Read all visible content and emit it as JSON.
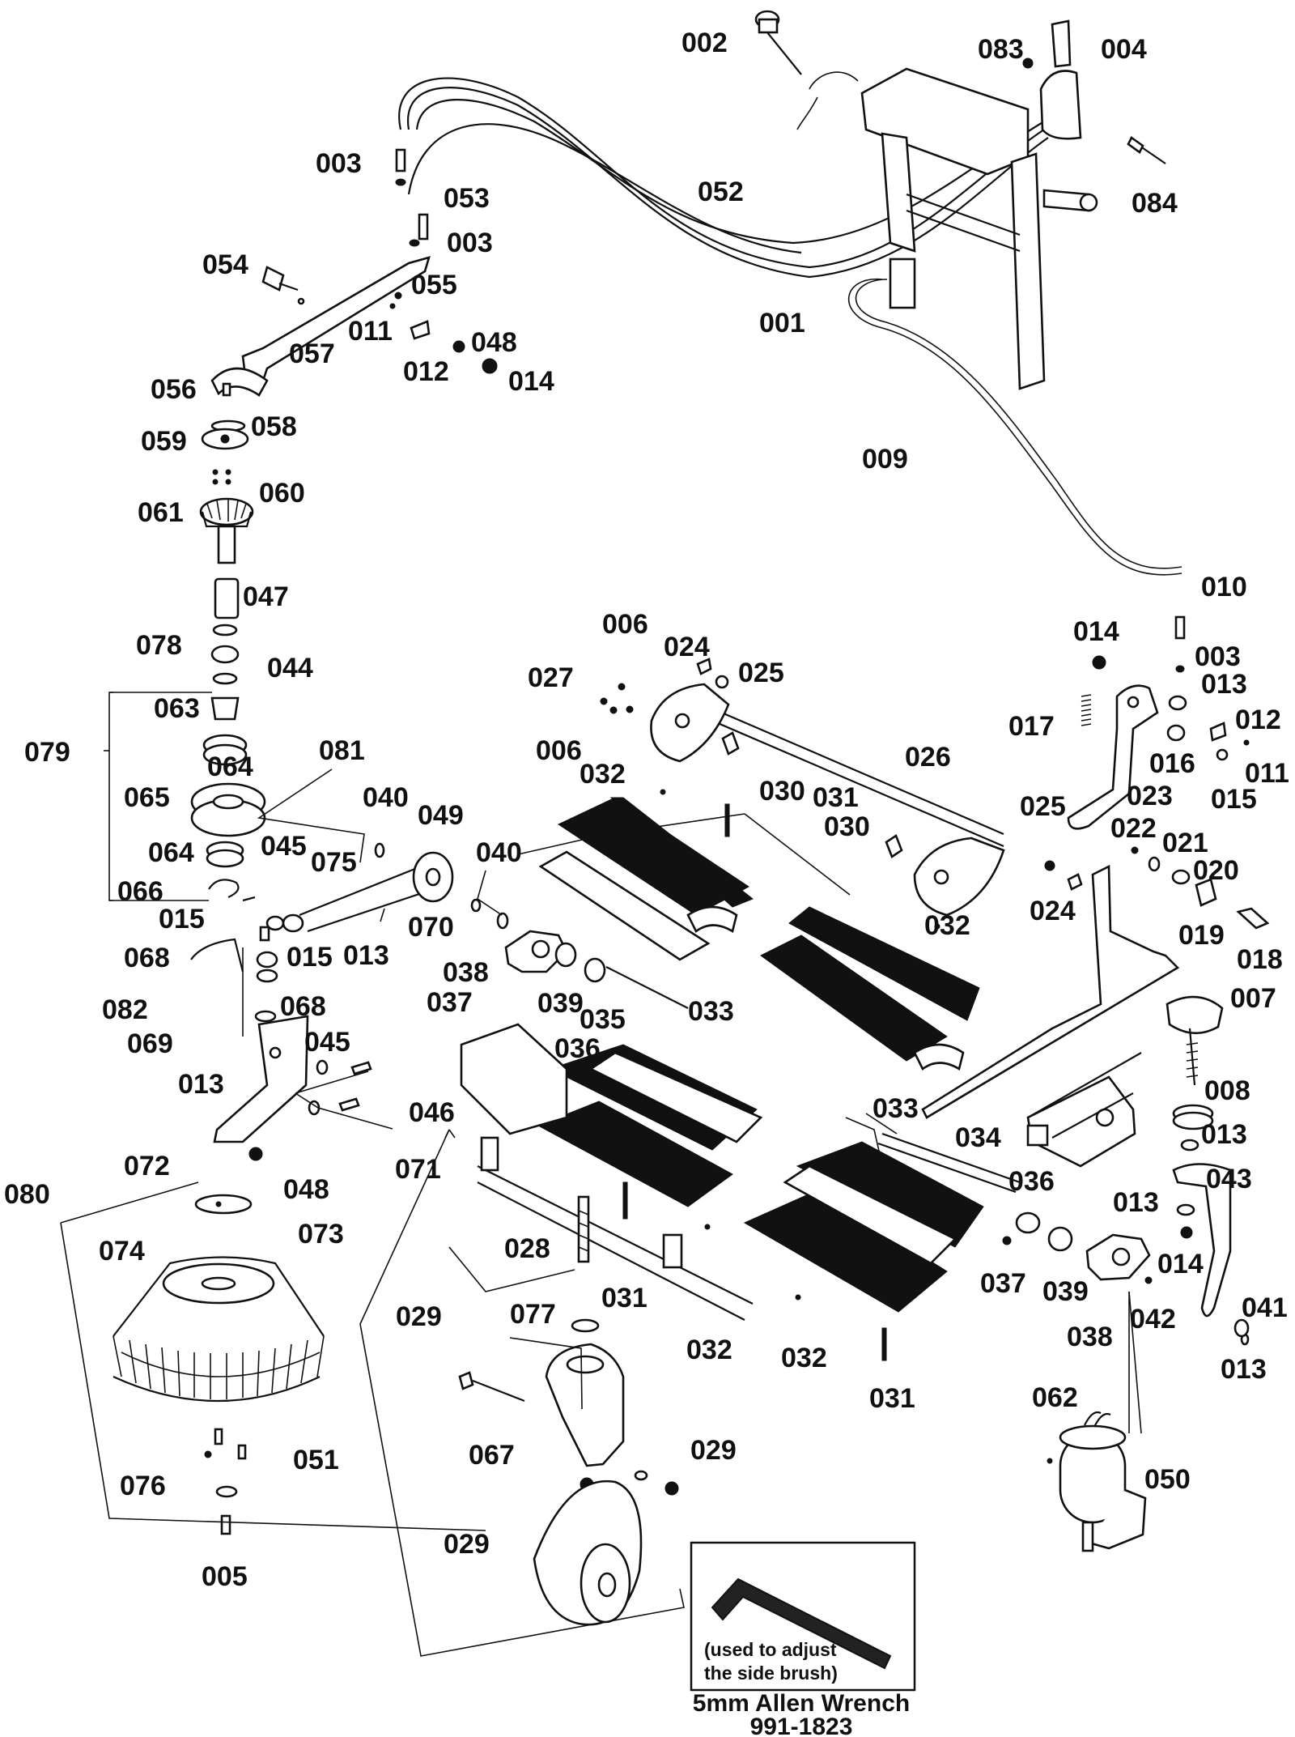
{
  "callouts": [
    {
      "id": "c002",
      "text": "002"
    },
    {
      "id": "c083",
      "text": "083"
    },
    {
      "id": "c004",
      "text": "004"
    },
    {
      "id": "c003a",
      "text": "003"
    },
    {
      "id": "c053",
      "text": "053"
    },
    {
      "id": "c003b",
      "text": "003"
    },
    {
      "id": "c052",
      "text": "052"
    },
    {
      "id": "c084",
      "text": "084"
    },
    {
      "id": "c054",
      "text": "054"
    },
    {
      "id": "c055",
      "text": "055"
    },
    {
      "id": "c001",
      "text": "001"
    },
    {
      "id": "c011a",
      "text": "011"
    },
    {
      "id": "c048a",
      "text": "048"
    },
    {
      "id": "c057",
      "text": "057"
    },
    {
      "id": "c012a",
      "text": "012"
    },
    {
      "id": "c014a",
      "text": "014"
    },
    {
      "id": "c056",
      "text": "056"
    },
    {
      "id": "c058",
      "text": "058"
    },
    {
      "id": "c059",
      "text": "059"
    },
    {
      "id": "c009",
      "text": "009"
    },
    {
      "id": "c060",
      "text": "060"
    },
    {
      "id": "c061",
      "text": "061"
    },
    {
      "id": "c010",
      "text": "010"
    },
    {
      "id": "c047",
      "text": "047"
    },
    {
      "id": "c006a",
      "text": "006"
    },
    {
      "id": "c014b",
      "text": "014"
    },
    {
      "id": "c024a",
      "text": "024"
    },
    {
      "id": "c003c",
      "text": "003"
    },
    {
      "id": "c078",
      "text": "078"
    },
    {
      "id": "c044",
      "text": "044"
    },
    {
      "id": "c027",
      "text": "027"
    },
    {
      "id": "c025a",
      "text": "025"
    },
    {
      "id": "c013a",
      "text": "013"
    },
    {
      "id": "c063",
      "text": "063"
    },
    {
      "id": "c017",
      "text": "017"
    },
    {
      "id": "c012b",
      "text": "012"
    },
    {
      "id": "c079",
      "text": "079"
    },
    {
      "id": "c081",
      "text": "081"
    },
    {
      "id": "c006b",
      "text": "006"
    },
    {
      "id": "c026",
      "text": "026"
    },
    {
      "id": "c016",
      "text": "016"
    },
    {
      "id": "c011b",
      "text": "011"
    },
    {
      "id": "c064a",
      "text": "064"
    },
    {
      "id": "c032a",
      "text": "032"
    },
    {
      "id": "c023",
      "text": "023"
    },
    {
      "id": "c015a",
      "text": "015"
    },
    {
      "id": "c065",
      "text": "065"
    },
    {
      "id": "c040a",
      "text": "040"
    },
    {
      "id": "c030a",
      "text": "030"
    },
    {
      "id": "c031a",
      "text": "031"
    },
    {
      "id": "c049",
      "text": "049"
    },
    {
      "id": "c025b",
      "text": "025"
    },
    {
      "id": "c022",
      "text": "022"
    },
    {
      "id": "c030b",
      "text": "030"
    },
    {
      "id": "c045a",
      "text": "045"
    },
    {
      "id": "c021",
      "text": "021"
    },
    {
      "id": "c064b",
      "text": "064"
    },
    {
      "id": "c075",
      "text": "075"
    },
    {
      "id": "c040b",
      "text": "040"
    },
    {
      "id": "c020",
      "text": "020"
    },
    {
      "id": "c066",
      "text": "066"
    },
    {
      "id": "c024b",
      "text": "024"
    },
    {
      "id": "c015b",
      "text": "015"
    },
    {
      "id": "c070",
      "text": "070"
    },
    {
      "id": "c032b",
      "text": "032"
    },
    {
      "id": "c019",
      "text": "019"
    },
    {
      "id": "c068a",
      "text": "068"
    },
    {
      "id": "c015c",
      "text": "015"
    },
    {
      "id": "c013b",
      "text": "013"
    },
    {
      "id": "c018",
      "text": "018"
    },
    {
      "id": "c038a",
      "text": "038"
    },
    {
      "id": "c068b",
      "text": "068"
    },
    {
      "id": "c037a",
      "text": "037"
    },
    {
      "id": "c039a",
      "text": "039"
    },
    {
      "id": "c033a",
      "text": "033"
    },
    {
      "id": "c007",
      "text": "007"
    },
    {
      "id": "c082",
      "text": "082"
    },
    {
      "id": "c035",
      "text": "035"
    },
    {
      "id": "c069",
      "text": "069"
    },
    {
      "id": "c045b",
      "text": "045"
    },
    {
      "id": "c036a",
      "text": "036"
    },
    {
      "id": "c013c",
      "text": "013"
    },
    {
      "id": "c008",
      "text": "008"
    },
    {
      "id": "c046",
      "text": "046"
    },
    {
      "id": "c033b",
      "text": "033"
    },
    {
      "id": "c013d",
      "text": "013"
    },
    {
      "id": "c034",
      "text": "034"
    },
    {
      "id": "c072",
      "text": "072"
    },
    {
      "id": "c071",
      "text": "071"
    },
    {
      "id": "c036b",
      "text": "036"
    },
    {
      "id": "c043",
      "text": "043"
    },
    {
      "id": "c080",
      "text": "080"
    },
    {
      "id": "c048b",
      "text": "048"
    },
    {
      "id": "c013e",
      "text": "013"
    },
    {
      "id": "c073",
      "text": "073"
    },
    {
      "id": "c028",
      "text": "028"
    },
    {
      "id": "c014c",
      "text": "014"
    },
    {
      "id": "c074",
      "text": "074"
    },
    {
      "id": "c037b",
      "text": "037"
    },
    {
      "id": "c039b",
      "text": "039"
    },
    {
      "id": "c031b",
      "text": "031"
    },
    {
      "id": "c041",
      "text": "041"
    },
    {
      "id": "c029a",
      "text": "029"
    },
    {
      "id": "c077",
      "text": "077"
    },
    {
      "id": "c042",
      "text": "042"
    },
    {
      "id": "c038b",
      "text": "038"
    },
    {
      "id": "c032c",
      "text": "032"
    },
    {
      "id": "c032d",
      "text": "032"
    },
    {
      "id": "c013f",
      "text": "013"
    },
    {
      "id": "c062",
      "text": "062"
    },
    {
      "id": "c031c",
      "text": "031"
    },
    {
      "id": "c029b",
      "text": "029"
    },
    {
      "id": "c067",
      "text": "067"
    },
    {
      "id": "c051",
      "text": "051"
    },
    {
      "id": "c050",
      "text": "050"
    },
    {
      "id": "c076",
      "text": "076"
    },
    {
      "id": "c029c",
      "text": "029"
    },
    {
      "id": "c005",
      "text": "005"
    }
  ],
  "wrench_box": {
    "note_line1": "(used to adjust",
    "note_line2": "the side brush)",
    "name": "5mm Allen Wrench",
    "part_number": "991-1823"
  },
  "icons": [
    "allen-wrench-icon",
    "side-brush-icon",
    "main-brush-icon",
    "caster-wheel-icon",
    "motor-icon",
    "gear-icon"
  ]
}
